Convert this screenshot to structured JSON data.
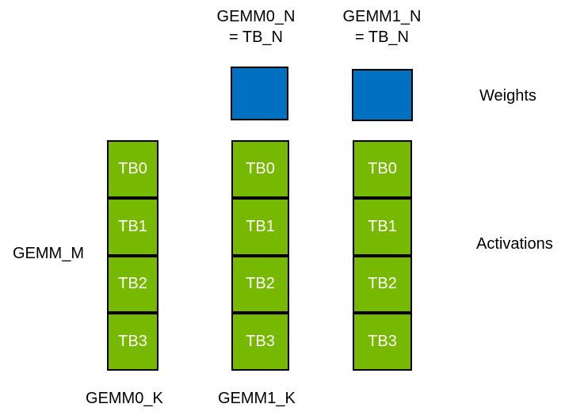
{
  "colors": {
    "green": "#76B900",
    "blue": "#0070C0",
    "border": "#000000",
    "block_text": "#FFFFFF",
    "label_text": "#000000",
    "background": "#FFFFFF"
  },
  "diagram": {
    "top_labels": [
      {
        "line1": "GEMM0_N",
        "line2": "= TB_N"
      },
      {
        "line1": "GEMM1_N",
        "line2": "= TB_N"
      }
    ],
    "left_label": "GEMM_M",
    "right_labels": {
      "weights": "Weights",
      "activations": "Activations"
    },
    "bottom_labels": [
      "GEMM0_K",
      "GEMM1_K"
    ],
    "weight_blocks": [
      {
        "name": "gemm0-weight"
      },
      {
        "name": "gemm1-weight"
      }
    ],
    "columns": [
      {
        "name": "activations-column-1",
        "blocks": [
          "TB0",
          "TB1",
          "TB2",
          "TB3"
        ]
      },
      {
        "name": "activations-column-2",
        "blocks": [
          "TB0",
          "TB1",
          "TB2",
          "TB3"
        ]
      },
      {
        "name": "activations-column-3",
        "blocks": [
          "TB0",
          "TB1",
          "TB2",
          "TB3"
        ]
      }
    ]
  }
}
